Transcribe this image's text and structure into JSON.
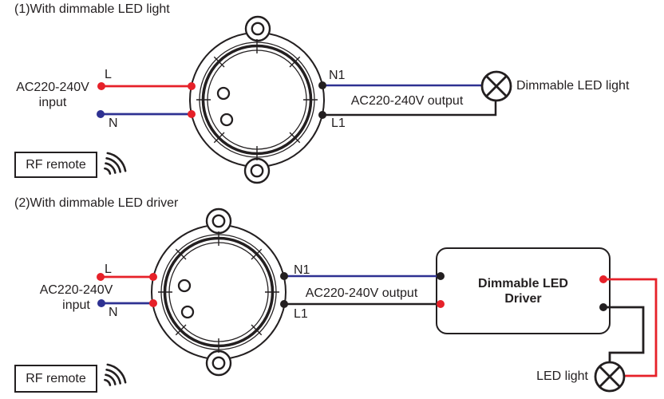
{
  "colors": {
    "red": "#e62129",
    "blue": "#2e3192",
    "black": "#231f20"
  },
  "section1": {
    "title": "(1)With dimmable LED light",
    "input_line1": "AC220-240V",
    "input_line2": "input",
    "live_label": "L",
    "neutral_label": "N",
    "out_neutral_label": "N1",
    "out_live_label": "L1",
    "output_label": "AC220-240V output",
    "load_label": "Dimmable LED light",
    "rf_label": "RF remote"
  },
  "section2": {
    "title": "(2)With dimmable LED driver",
    "input_line1": "AC220-240V",
    "input_line2": "input",
    "live_label": "L",
    "neutral_label": "N",
    "out_neutral_label": "N1",
    "out_live_label": "L1",
    "output_label": "AC220-240V output",
    "driver_label": "Dimmable LED Driver",
    "load_label": "LED light",
    "rf_label": "RF remote"
  }
}
